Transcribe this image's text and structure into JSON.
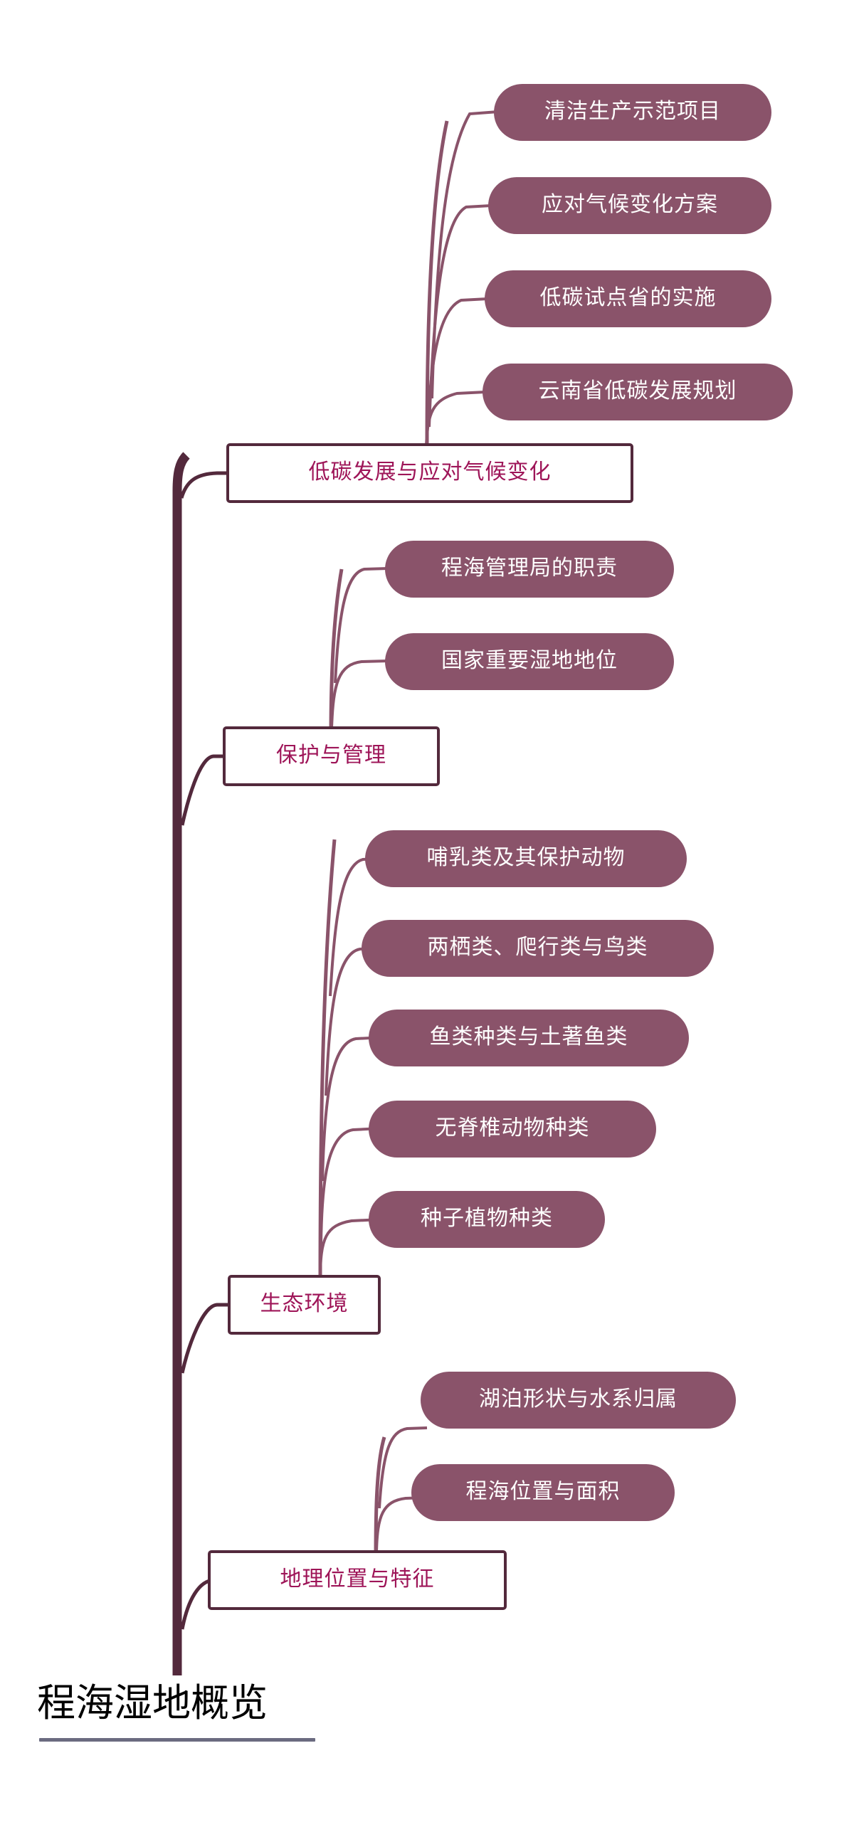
{
  "diagram": {
    "type": "mindmap",
    "orientation": "vertical-left-spine",
    "root": {
      "label": "程海湿地概览",
      "underline_color": "#6b6b80"
    },
    "colors": {
      "trunk": "#53293c",
      "branch_border": "#53293c",
      "branch_text": "#9e1558",
      "leaf_fill": "#8a536a",
      "leaf_text": "#ffffff",
      "connector": "#8a536a",
      "background": "#ffffff"
    },
    "branches": [
      {
        "id": "low-carbon",
        "label": "低碳发展与应对气候变化",
        "children": [
          {
            "label": "清洁生产示范项目"
          },
          {
            "label": "应对气候变化方案"
          },
          {
            "label": "低碳试点省的实施"
          },
          {
            "label": "云南省低碳发展规划"
          }
        ]
      },
      {
        "id": "protection",
        "label": "保护与管理",
        "children": [
          {
            "label": "程海管理局的职责"
          },
          {
            "label": "国家重要湿地地位"
          }
        ]
      },
      {
        "id": "ecology",
        "label": "生态环境",
        "children": [
          {
            "label": "哺乳类及其保护动物"
          },
          {
            "label": "两栖类、爬行类与鸟类"
          },
          {
            "label": "鱼类种类与土著鱼类"
          },
          {
            "label": "无脊椎动物种类"
          },
          {
            "label": "种子植物种类"
          }
        ]
      },
      {
        "id": "geography",
        "label": "地理位置与特征",
        "children": [
          {
            "label": "湖泊形状与水系归属"
          },
          {
            "label": "程海位置与面积"
          }
        ]
      }
    ]
  }
}
